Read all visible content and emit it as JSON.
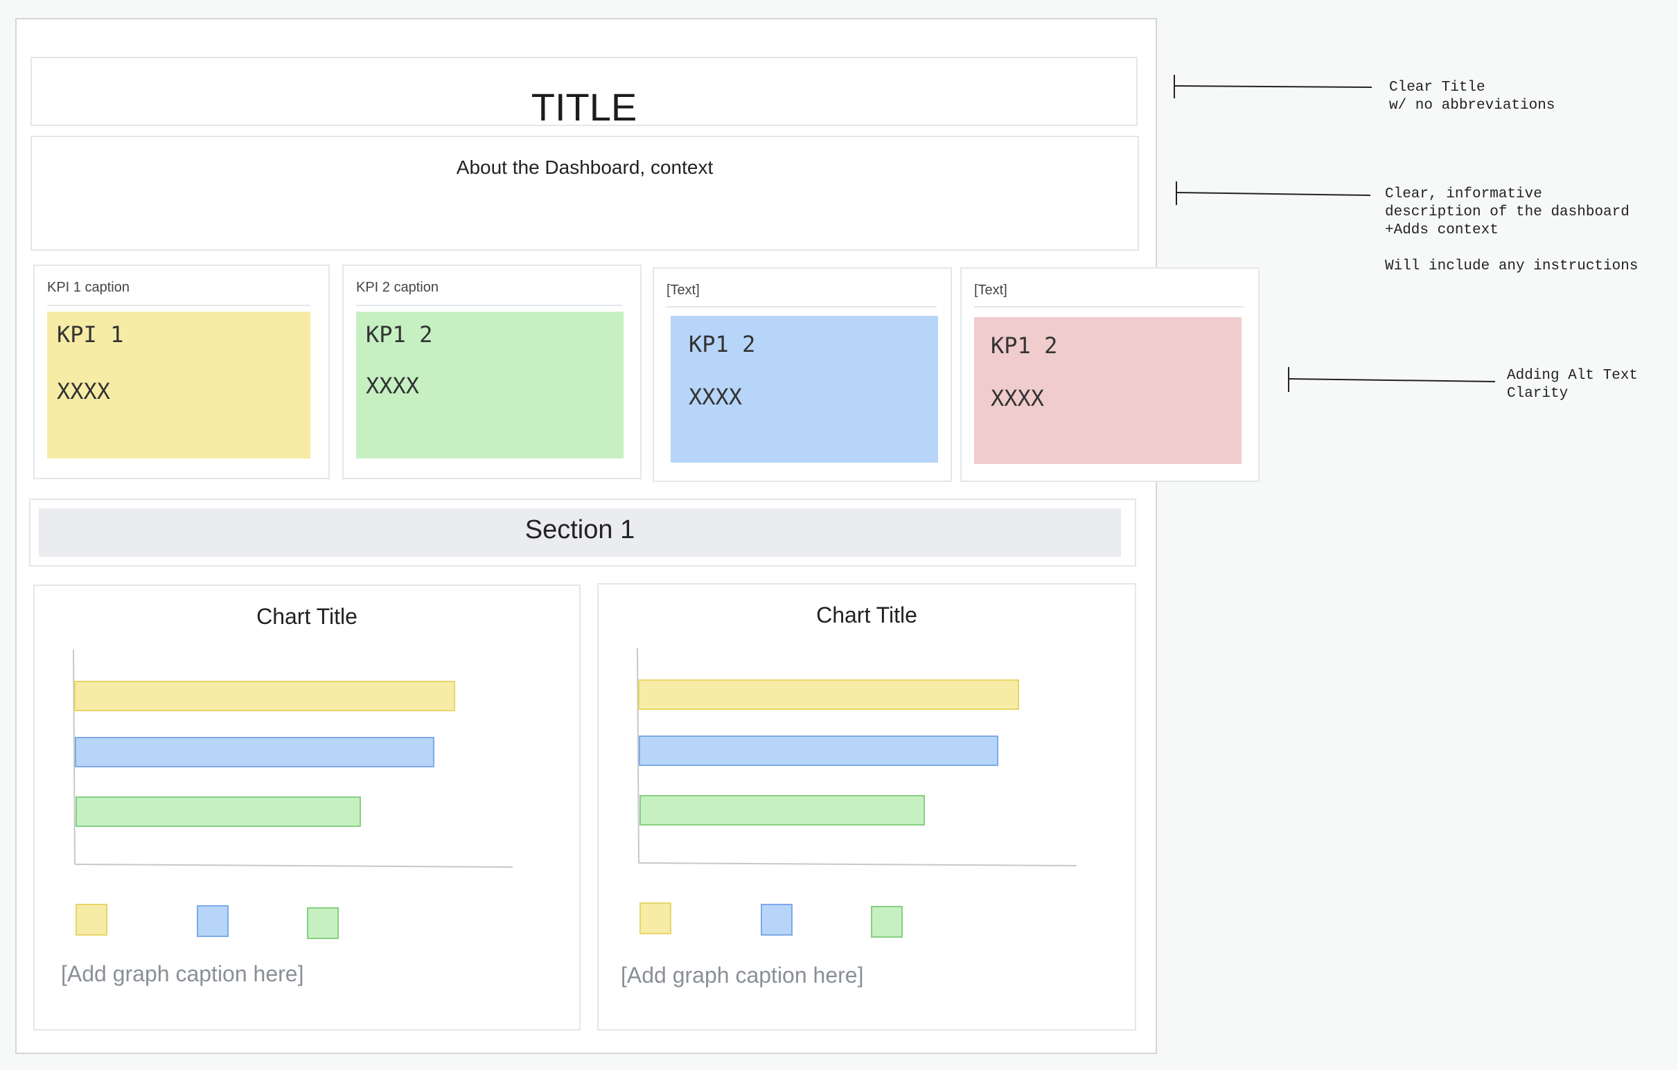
{
  "dashboard": {
    "title": "TITLE",
    "about": "About the Dashboard, context"
  },
  "kpis": [
    {
      "caption": "KPI 1 caption",
      "label": "KPI 1",
      "value": "XXXX",
      "color": "#f7eca6"
    },
    {
      "caption": "KPI 2 caption",
      "label": "KP1 2",
      "value": "XXXX",
      "color": "#c6f0c2"
    },
    {
      "caption": "[Text]",
      "label": "KP1 2",
      "value": "XXXX",
      "color": "#b7d5f8"
    },
    {
      "caption": "[Text]",
      "label": "KP1 2",
      "value": "XXXX",
      "color": "#f1cccc"
    }
  ],
  "section": {
    "title": "Section 1"
  },
  "charts": [
    {
      "title": "Chart Title",
      "caption": "[Add graph caption here]"
    },
    {
      "title": "Chart Title",
      "caption": "[Add graph caption here]"
    }
  ],
  "chart_data": [
    {
      "type": "bar",
      "title": "Chart Title",
      "orientation": "horizontal",
      "values": [
        0.87,
        0.82,
        0.65
      ],
      "colors": [
        "#f7eca6",
        "#b7d5f8",
        "#c6f0c2"
      ],
      "strokes": [
        "#e8d56a",
        "#7ea9e8",
        "#86cf82"
      ],
      "legend": "bottom",
      "grid": false
    },
    {
      "type": "bar",
      "title": "Chart Title",
      "orientation": "horizontal",
      "values": [
        0.87,
        0.82,
        0.65
      ],
      "colors": [
        "#f7eca6",
        "#b7d5f8",
        "#c6f0c2"
      ],
      "strokes": [
        "#e8d56a",
        "#7ea9e8",
        "#86cf82"
      ],
      "legend": "bottom",
      "grid": false
    }
  ],
  "annotations": [
    {
      "text": "Clear Title\nw/ no abbreviations"
    },
    {
      "text": "Clear, informative\ndescription of the dashboard\n+Adds context\n\nWill include any instructions"
    },
    {
      "text": "Adding Alt Text\nClarity"
    }
  ]
}
